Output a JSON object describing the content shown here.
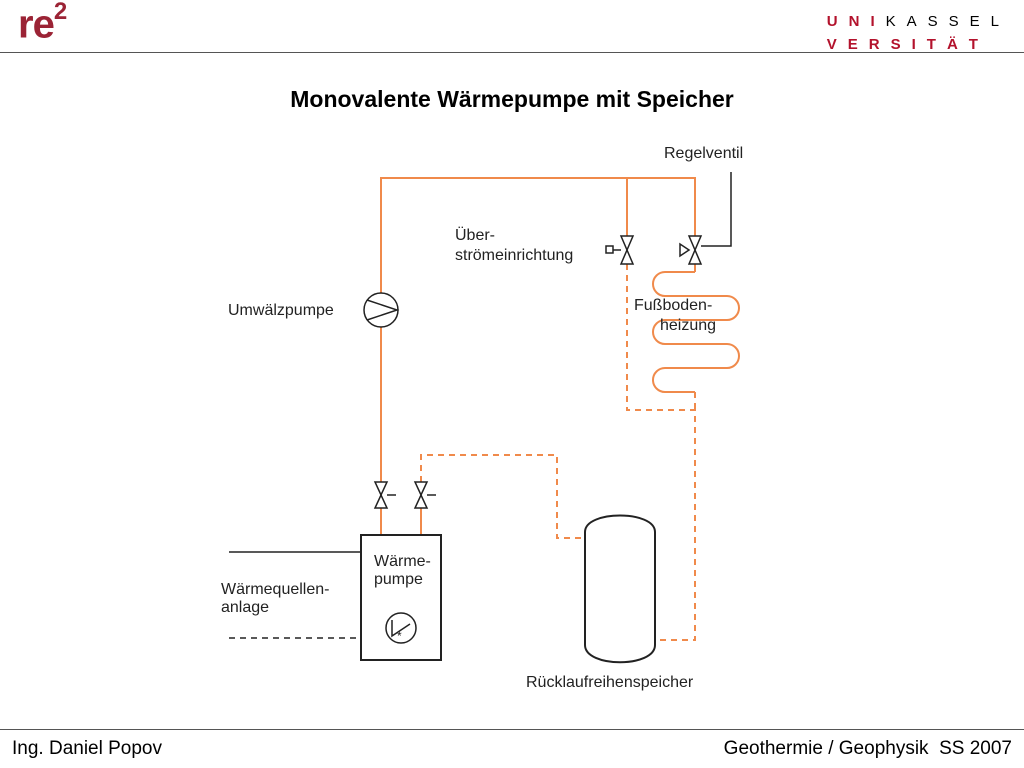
{
  "header": {
    "logo_text": "re",
    "logo_sup": "2",
    "university_row1_red": "UNI",
    "university_row1_black": "KASSEL",
    "university_row2_red": "VERSITÄT"
  },
  "slide": {
    "title": "Monovalente Wärmepumpe mit Speicher"
  },
  "diagram": {
    "labels": {
      "regelventil": "Regelventil",
      "ueber_line1": "Über-",
      "ueber_line2": "strömeinrichtung",
      "umwaelzpumpe": "Umwälzpumpe",
      "fussboden_line1": "Fußboden-",
      "fussboden_line2": "heizung",
      "waermepumpe_line1": "Wärme-",
      "waermepumpe_line2": "pumpe",
      "waermequelle_line1": "Wärmequellen-",
      "waermequelle_line2": "anlage",
      "speicher": "Rücklaufreihenspeicher"
    },
    "colors": {
      "pipe": "#f08a4b",
      "line": "#222222"
    }
  },
  "footer": {
    "author": "Ing. Daniel Popov",
    "course": "Geothermie / Geophysik  SS 2007"
  }
}
